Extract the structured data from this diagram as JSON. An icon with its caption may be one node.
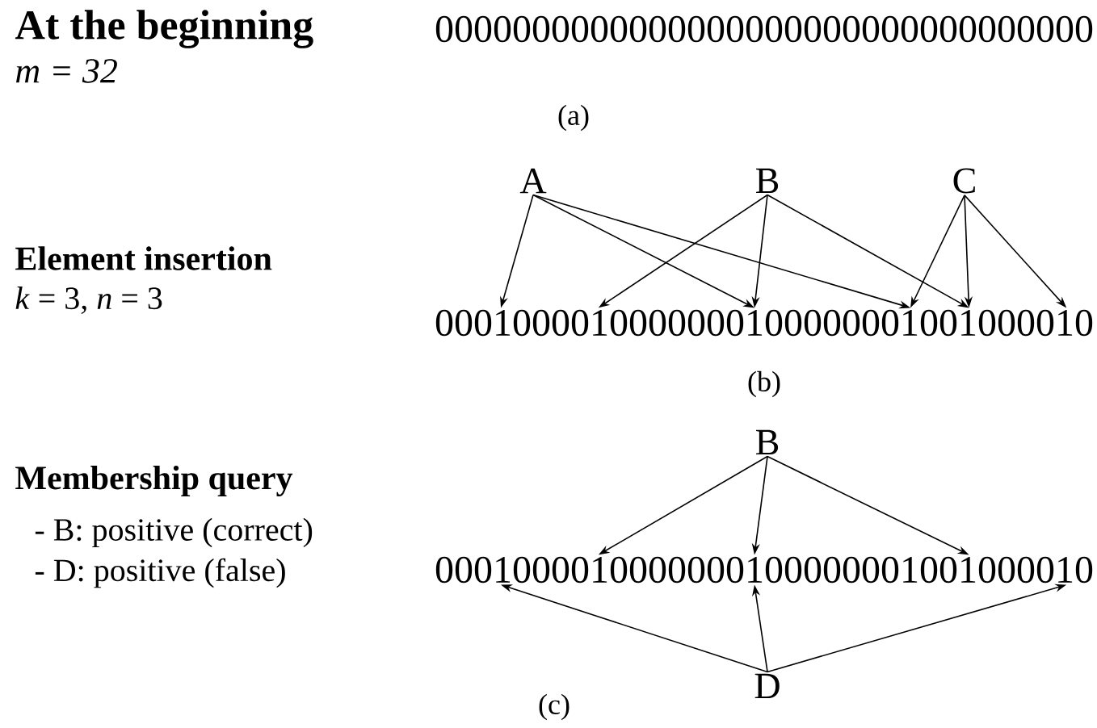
{
  "diagram": {
    "nodes": [
      {
        "text": [
          "A"
        ]
      },
      {
        "text": [
          "B"
        ]
      },
      {
        "text": [
          "C"
        ]
      },
      {
        "text": [
          "0001000010000000100000001001000010"
        ]
      },
      {
        "text": [
          "B"
        ]
      },
      {
        "text": [
          "0001000010000000100000001001000010"
        ]
      },
      {
        "text": [
          "D"
        ]
      }
    ],
    "edges": [
      {
        "from": 0,
        "to": 3,
        "arrow": "to"
      },
      {
        "from": 0,
        "to": 3,
        "arrow": "to"
      },
      {
        "from": 0,
        "to": 3,
        "arrow": "to"
      },
      {
        "from": 1,
        "to": 3,
        "arrow": "to"
      },
      {
        "from": 1,
        "to": 3,
        "arrow": "to"
      },
      {
        "from": 1,
        "to": 3,
        "arrow": "to"
      },
      {
        "from": 2,
        "to": 3,
        "arrow": "to"
      },
      {
        "from": 2,
        "to": 3,
        "arrow": "to"
      },
      {
        "from": 2,
        "to": 3,
        "arrow": "to"
      },
      {
        "from": 4,
        "to": 5,
        "arrow": "to"
      },
      {
        "from": 4,
        "to": 5,
        "arrow": "to"
      },
      {
        "from": 4,
        "to": 5,
        "arrow": "to"
      },
      {
        "from": 6,
        "to": 5,
        "arrow": "to"
      },
      {
        "from": 6,
        "to": 5,
        "arrow": "to"
      },
      {
        "from": 6,
        "to": 5,
        "arrow": "to"
      }
    ],
    "labels": [
      "At the beginning",
      "m = 32",
      "0000000000000000000000000000000000",
      "(a)",
      "Element insertion",
      "*k* = 3, *n* = 3",
      "(b)",
      "Membership query",
      "- B: positive (correct)",
      "- D: positive (false)",
      "(c)"
    ]
  }
}
